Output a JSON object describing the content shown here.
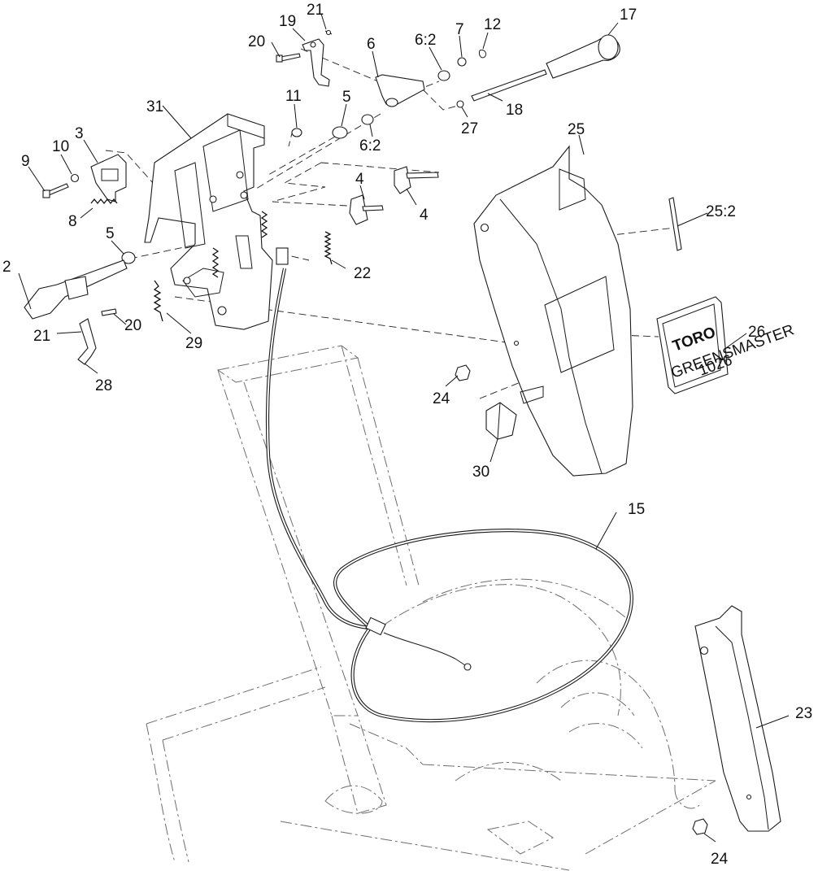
{
  "diagram": {
    "callouts": {
      "p2": "2",
      "p3": "3",
      "p4a": "4",
      "p4b": "4",
      "p5a": "5",
      "p5b": "5",
      "p6": "6",
      "p6_2a": "6:2",
      "p6_2b": "6:2",
      "p7": "7",
      "p8": "8",
      "p9": "9",
      "p10": "10",
      "p11": "11",
      "p12": "12",
      "p15": "15",
      "p17": "17",
      "p18": "18",
      "p19": "19",
      "p20a": "20",
      "p20b": "20",
      "p21a": "21",
      "p21b": "21",
      "p22": "22",
      "p23": "23",
      "p24a": "24",
      "p24b": "24",
      "p25": "25",
      "p25_2": "25:2",
      "p26": "26",
      "p27": "27",
      "p28": "28",
      "p29": "29",
      "p30": "30",
      "p31": "31"
    },
    "decal": {
      "brand": "TORO",
      "model_line1": "GREENSMASTER",
      "model_line2": "1026"
    }
  }
}
